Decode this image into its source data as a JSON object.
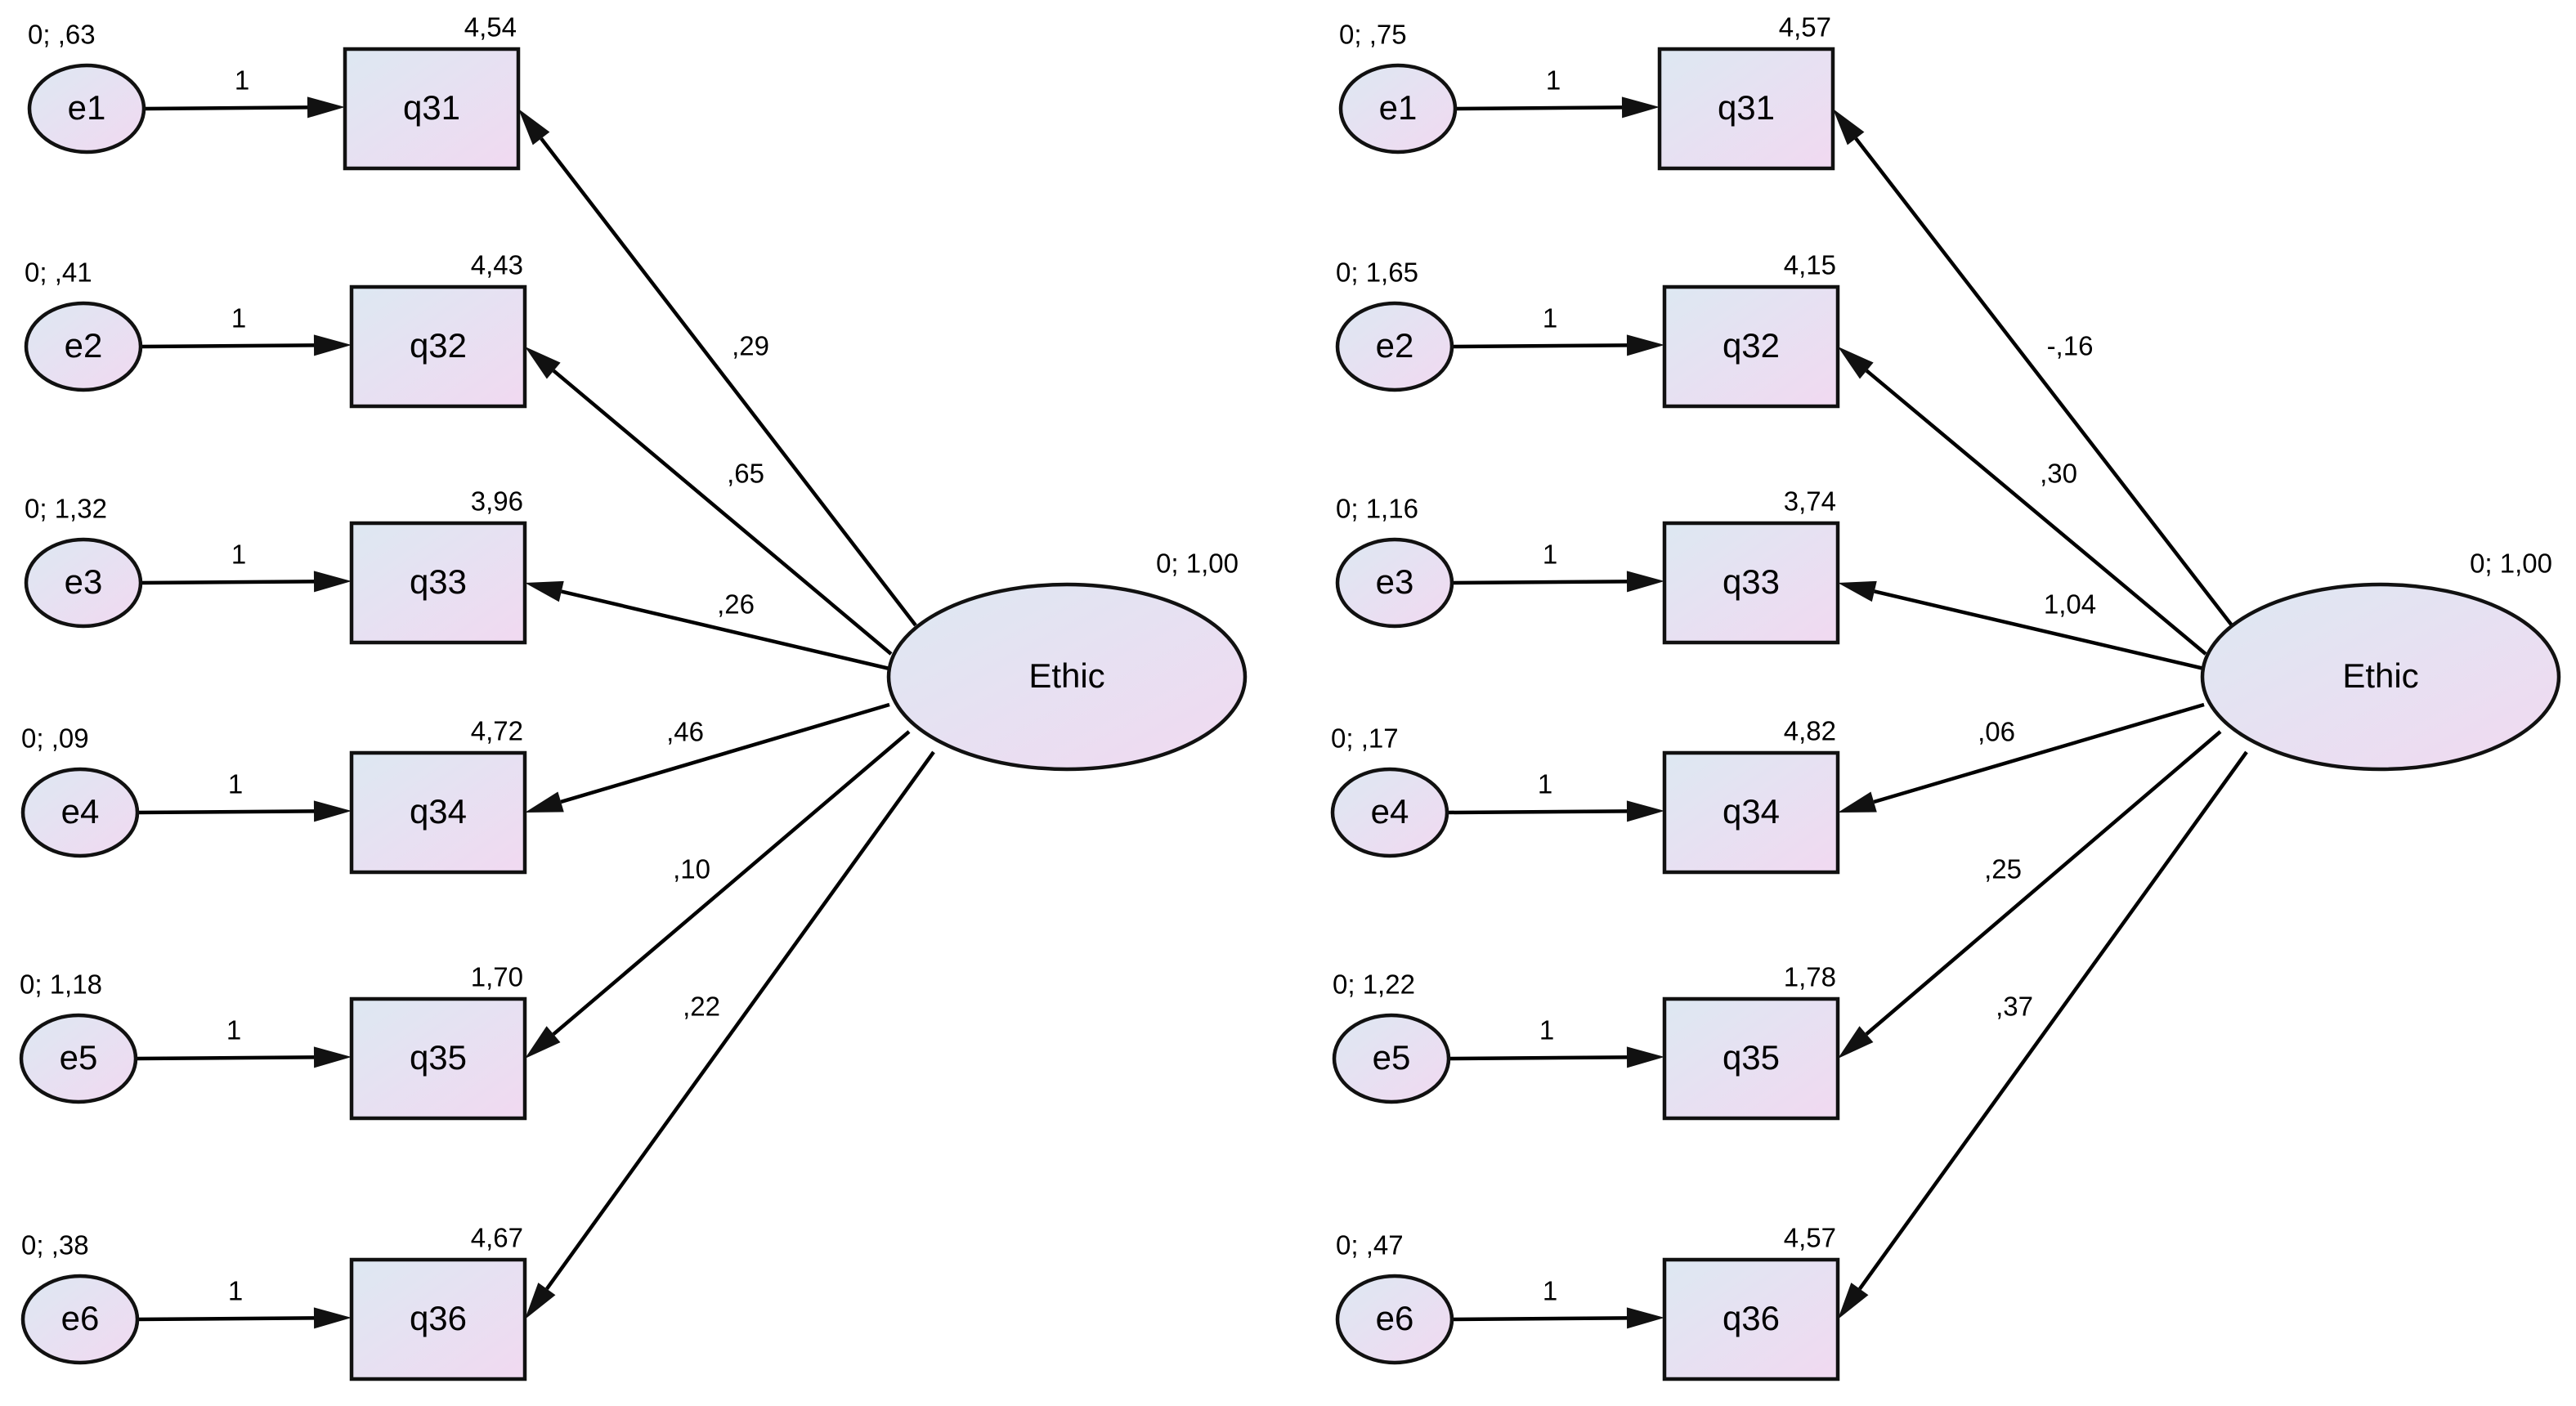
{
  "models": [
    {
      "latent": {
        "label": "Ethic",
        "variance": "0; 1,00"
      },
      "indicators": [
        {
          "label": "q31",
          "intercept": "4,54",
          "error": "e1",
          "error_variance": "0; ,63",
          "error_path": "1",
          "loading": ",29"
        },
        {
          "label": "q32",
          "intercept": "4,43",
          "error": "e2",
          "error_variance": "0; ,41",
          "error_path": "1",
          "loading": ",65"
        },
        {
          "label": "q33",
          "intercept": "3,96",
          "error": "e3",
          "error_variance": "0; 1,32",
          "error_path": "1",
          "loading": ",26"
        },
        {
          "label": "q34",
          "intercept": "4,72",
          "error": "e4",
          "error_variance": "0; ,09",
          "error_path": "1",
          "loading": ",46"
        },
        {
          "label": "q35",
          "intercept": "1,70",
          "error": "e5",
          "error_variance": "0; 1,18",
          "error_path": "1",
          "loading": ",10"
        },
        {
          "label": "q36",
          "intercept": "4,67",
          "error": "e6",
          "error_variance": "0; ,38",
          "error_path": "1",
          "loading": ",22"
        }
      ]
    },
    {
      "latent": {
        "label": "Ethic",
        "variance": "0; 1,00"
      },
      "indicators": [
        {
          "label": "q31",
          "intercept": "4,57",
          "error": "e1",
          "error_variance": "0; ,75",
          "error_path": "1",
          "loading": "-,16"
        },
        {
          "label": "q32",
          "intercept": "4,15",
          "error": "e2",
          "error_variance": "0; 1,65",
          "error_path": "1",
          "loading": ",30"
        },
        {
          "label": "q33",
          "intercept": "3,74",
          "error": "e3",
          "error_variance": "0; 1,16",
          "error_path": "1",
          "loading": "1,04"
        },
        {
          "label": "q34",
          "intercept": "4,82",
          "error": "e4",
          "error_variance": "0; ,17",
          "error_path": "1",
          "loading": ",06"
        },
        {
          "label": "q35",
          "intercept": "1,78",
          "error": "e5",
          "error_variance": "0; 1,22",
          "error_path": "1",
          "loading": ",25"
        },
        {
          "label": "q36",
          "intercept": "4,57",
          "error": "e6",
          "error_variance": "0; ,47",
          "error_path": "1",
          "loading": ",37"
        }
      ]
    }
  ],
  "colors": {
    "node_fill_start": "#dde8f2",
    "node_fill_end": "#f1d9f1",
    "stroke": "#111111",
    "text": "#000000"
  }
}
